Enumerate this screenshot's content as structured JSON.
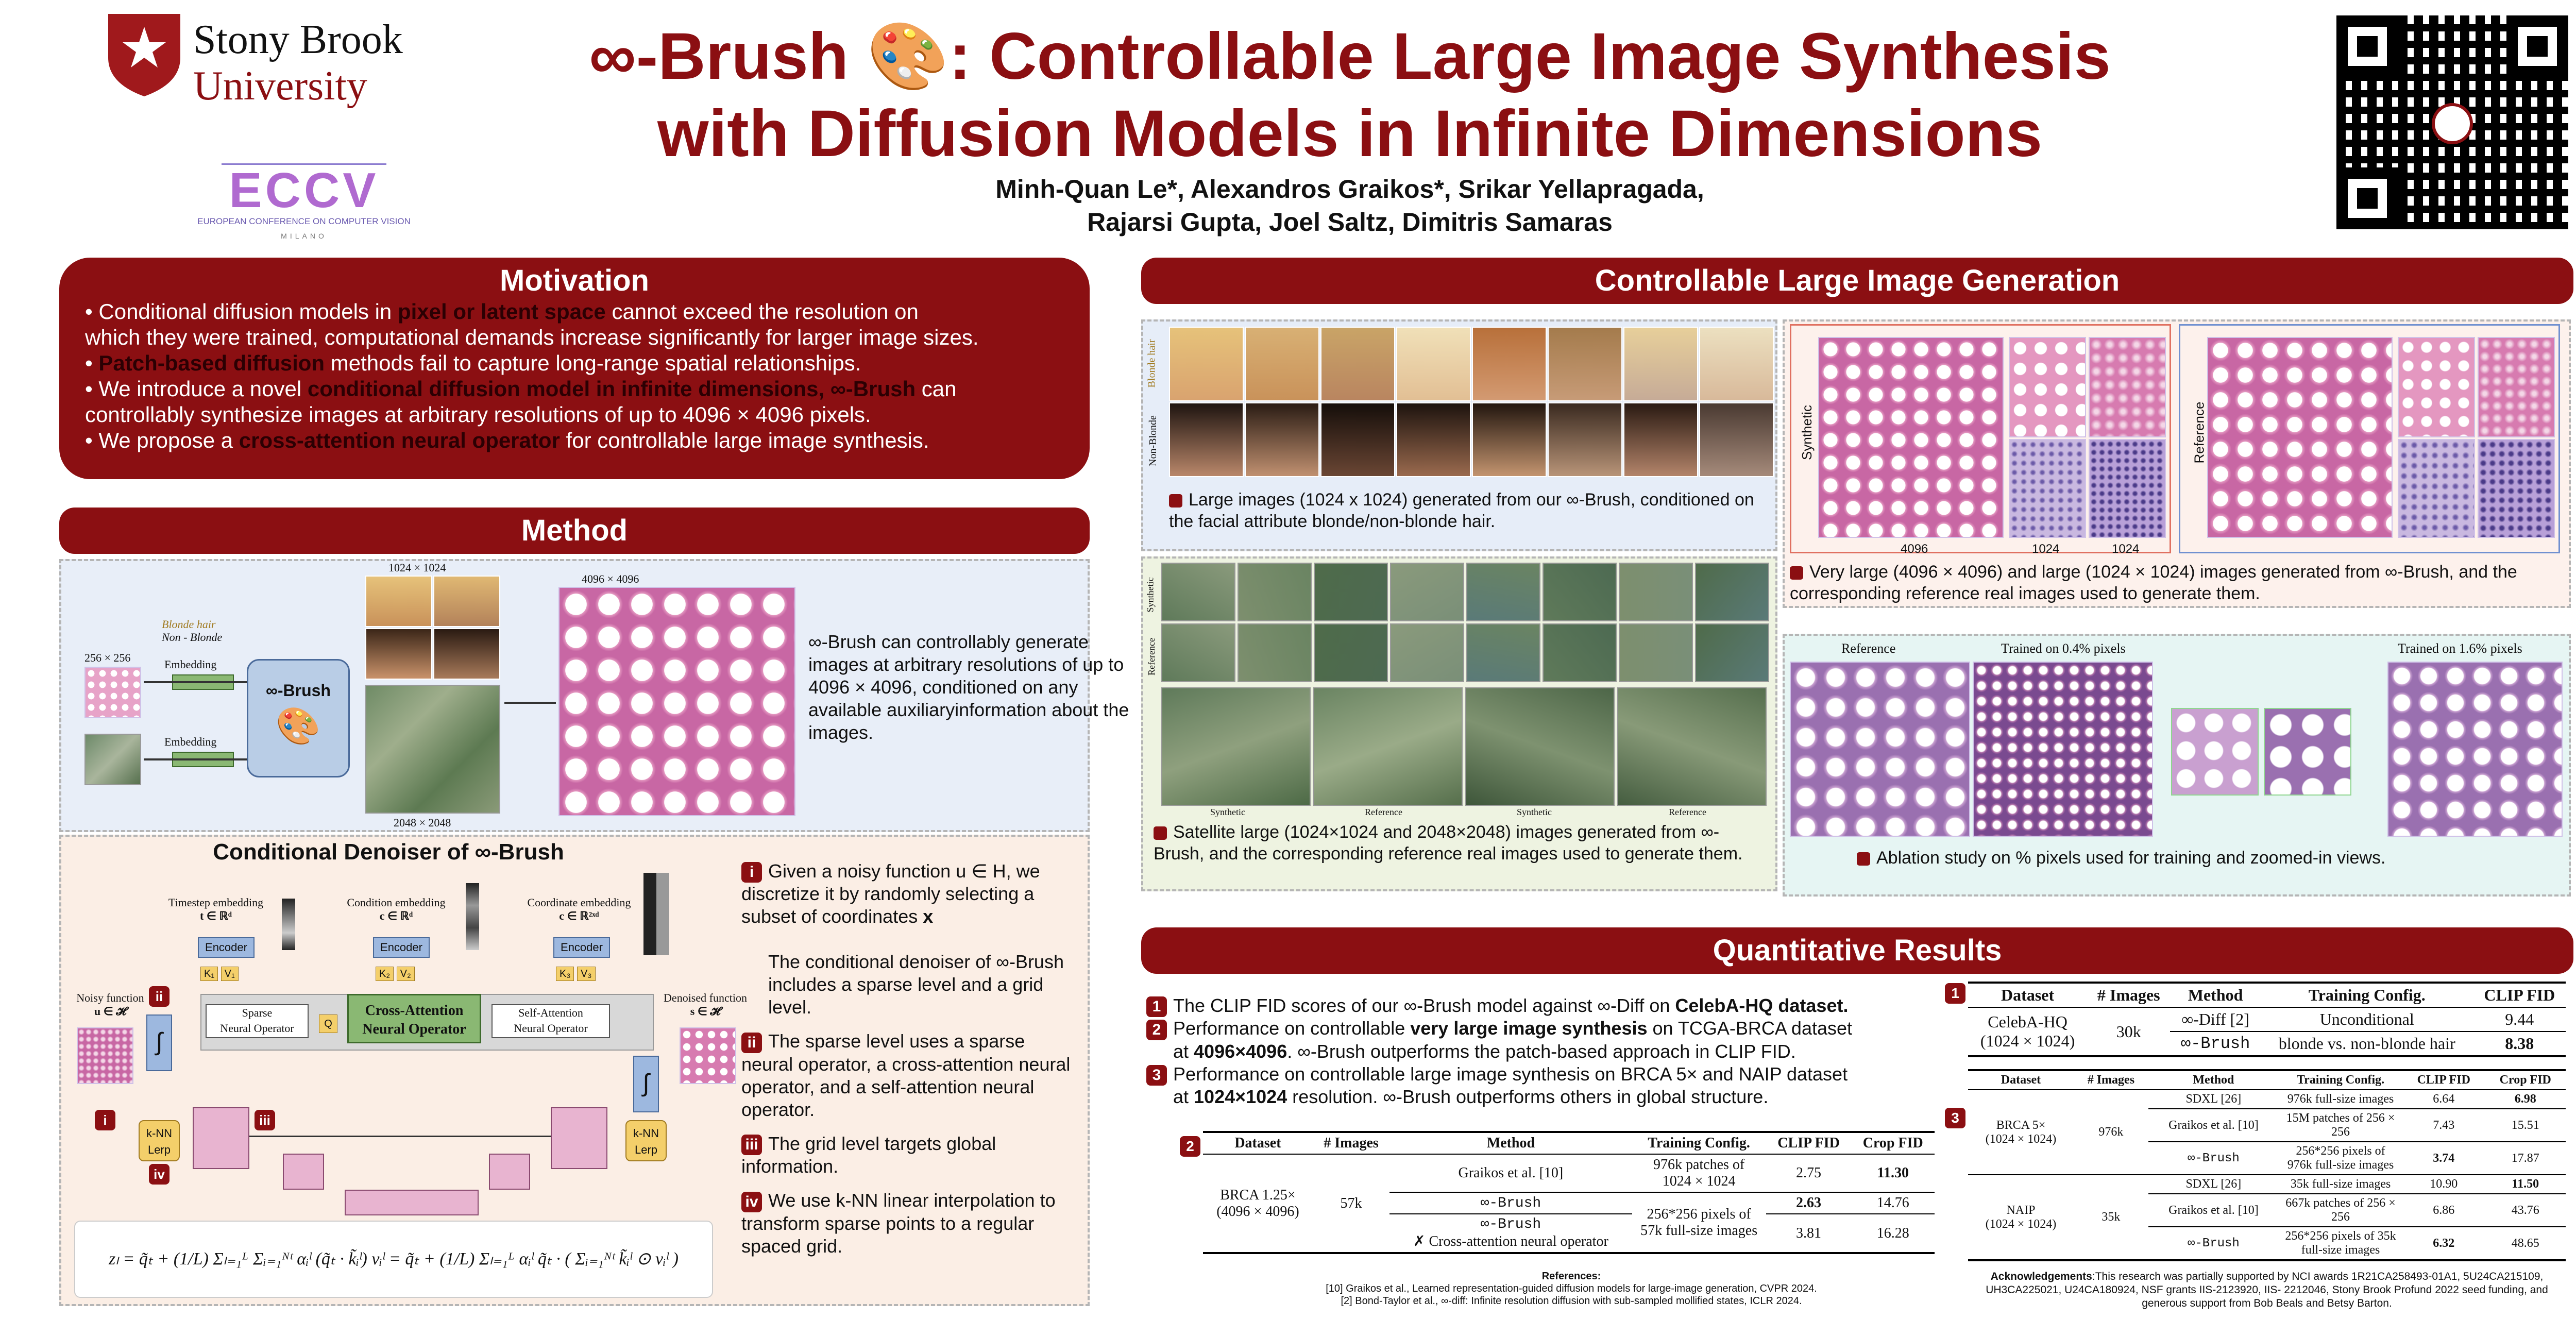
{
  "header": {
    "sbu_line1": "Stony Brook",
    "sbu_line2": "University",
    "eccv": "ECCV",
    "eccv_sub": "EUROPEAN CONFERENCE ON COMPUTER VISION",
    "eccv_city": "MILANO",
    "title_line1": "∞-Brush 🎨: Controllable Large Image Synthesis",
    "title_line2": "with Diffusion Models in Infinite Dimensions",
    "authors_line1": "Minh-Quan Le*, Alexandros Graikos*, Srikar Yellapragada,",
    "authors_line2": "Rajarsi Gupta, Joel Saltz, Dimitris Samaras"
  },
  "motivation": {
    "title": "Motivation",
    "b1a": "• Conditional diffusion models in ",
    "b1h": "pixel or latent space",
    "b1b": " cannot exceed the resolution on",
    "b1c": "which they were trained, computational demands increase significantly for larger image sizes.",
    "b2a": "• ",
    "b2h": "Patch-based diffusion",
    "b2b": " methods fail to capture long-range spatial relationships.",
    "b3a": "• We introduce a novel ",
    "b3h": "conditional diffusion model in infinite dimensions, ∞-Brush",
    "b3b": " can",
    "b3c": "controllably synthesize images at arbitrary resolutions of up to 4096 × 4096 pixels.",
    "b4a": "• We propose a ",
    "b4h": "cross-attention neural operator",
    "b4b": " for controllable large image synthesis."
  },
  "method": {
    "title": "Method",
    "res_top": "1024 × 1024",
    "res_big": "4096 × 4096",
    "res_small": "256 × 256",
    "res_sat": "2048 × 2048",
    "embedding": "Embedding",
    "embedding2": "Embedding",
    "blonde": "Blonde hair",
    "non_blonde": "Non - Blonde",
    "model": "∞-Brush",
    "desc": "∞-Brush can controllably generate images at arbitrary resolutions of up to 4096 × 4096, conditioned on any available auxiliaryinformation about the images."
  },
  "denoiser": {
    "title": "Conditional Denoiser of ∞-Brush",
    "ts_emb": "Timestep embedding",
    "ts_vec": "t ∈ ℝᵈ",
    "c_emb": "Condition embedding",
    "c_vec": "c ∈ ℝᵈ",
    "co_emb": "Coordinate embedding",
    "co_vec": "c ∈ ℝ²ˣᵈ",
    "enc1": "Encoder",
    "enc2": "Encoder",
    "enc3": "Encoder",
    "k1": "K₁",
    "v1": "V₁",
    "k2": "K₂",
    "v2": "V₂",
    "k3": "K₃",
    "v3": "V₃",
    "sparse": "Sparse",
    "sparse2": "Neural Operator",
    "q": "Q",
    "cross": "Cross-Attention",
    "cross2": "Neural Operator",
    "self": "Self-Attention",
    "self2": "Neural Operator",
    "noisy": "Noisy function",
    "noisy_vec": "u ∈ 𝓗",
    "denoised": "Denoised function",
    "denoised_vec": "s ∈ 𝓗",
    "knn1": "k-NN",
    "knn1b": "Lerp",
    "knn2": "k-NN",
    "knn2b": "Lerp",
    "ni": "i",
    "nii": "ii",
    "niii": "iii",
    "niv": "iv",
    "int": "∫",
    "eq": "zₗ = q̃ₜ + (1/L) Σₗ₌₁ᴸ Σᵢ₌₁ᴺᵗ αᵢˡ (q̃ₜ · k̃ᵢˡ) vᵢˡ = q̃ₜ + (1/L) Σₗ₌₁ᴸ αᵢˡ q̃ₜ · ( Σᵢ₌₁ᴺᵗ k̃ᵢˡ ⊙ vᵢˡ )",
    "s_i": "i",
    "s_i_text": "Given a noisy function u ∈ H, we discretize it by randomly selecting a subset of coordinates ",
    "s_i_x": "x",
    "s_i_text2": "The conditional denoiser of ∞-Brush includes a sparse level and a grid level.",
    "s_ii": "ii",
    "s_ii_text": "The sparse level uses a sparse neural operator, a cross-attention neural operator, and a self-attention neural operator.",
    "s_iii": "iii",
    "s_iii_text": "The grid level targets global information.",
    "s_iv": "iv",
    "s_iv_text": "We use k-NN linear interpolation to transform sparse points to a regular spaced grid."
  },
  "generation": {
    "title": "Controllable Large Image Generation",
    "blonde_label": "Blonde hair",
    "non_blonde_label": "Non-Blonde",
    "faces_caption": "Large images (1024 x 1024) generated from our ∞-Brush, conditioned on the facial attribute blonde/non-blonde hair.",
    "synthetic_v": "Synthetic",
    "reference_v": "Reference",
    "l4096": "4096",
    "l1024a": "1024",
    "l1024b": "1024",
    "histo_caption": "Very large (4096 × 4096) and large (1024 × 1024) images generated from ∞-Brush, and the corresponding reference real images used to generate them.",
    "sat_synth": "Synthetic",
    "sat_ref": "Reference",
    "sat_l1": "Synthetic",
    "sat_l2": "Reference",
    "sat_l3": "Synthetic",
    "sat_l4": "Reference",
    "sat_caption": "Satellite large (1024×1024 and 2048×2048) images generated from ∞-Brush, and the corresponding reference real images used to generate them.",
    "abl_ref": "Reference",
    "abl_04": "Trained on 0.4% pixels",
    "abl_16": "Trained on 1.6% pixels",
    "abl_caption": "Ablation study on % pixels used for training and zoomed-in views."
  },
  "quant": {
    "title": "Quantitative Results",
    "n1": "1",
    "n2": "2",
    "n3": "3",
    "l1a": "The CLIP FID scores of our ∞-Brush model against ∞-Diff on ",
    "l1h": "CelebA-HQ dataset.",
    "l2a": "Performance on controllable ",
    "l2h": "very large image synthesis",
    "l2b": " on TCGA-BRCA dataset",
    "l2c": "4096×4096",
    "l2d": ". ∞-Brush outperforms the patch-based approach in CLIP FID.",
    "l2at": "at ",
    "l3a": "Performance on controllable large image synthesis on BRCA 5× and NAIP dataset",
    "l3at": "at ",
    "l3c": "1024×1024",
    "l3d": " resolution. ∞-Brush outperforms others in global structure.",
    "t1": {
      "tag": "1",
      "h": [
        "Dataset",
        "# Images",
        "Method",
        "Training Config.",
        "CLIP FID"
      ],
      "dataset": "CelebA-HQ",
      "dataset2": "(1024 × 1024)",
      "images": "30k",
      "r1": [
        "∞-Diff [2]",
        "Unconditional",
        "9.44"
      ],
      "r2": [
        "∞-Brush",
        "blonde vs. non-blonde hair",
        "8.38"
      ]
    },
    "t2": {
      "tag": "2",
      "h": [
        "Dataset",
        "# Images",
        "Method",
        "Training Config.",
        "CLIP FID",
        "Crop FID"
      ],
      "dataset": "BRCA 1.25×",
      "dataset2": "(4096 × 4096)",
      "images": "57k",
      "r1": [
        "Graikos et al. [10]",
        "976k patches of 1024 × 1024",
        "2.75",
        "11.30"
      ],
      "r2": [
        "∞-Brush",
        "256*256 pixels of 57k full-size images",
        "2.63",
        "14.76"
      ],
      "r3": [
        "∞-Brush",
        "✗ Cross-attention neural operator",
        "3.81",
        "16.28"
      ]
    },
    "t3": {
      "tag": "3",
      "h": [
        "Dataset",
        "# Images",
        "Method",
        "Training Config.",
        "CLIP FID",
        "Crop FID"
      ],
      "d1": "BRCA 5×",
      "d1b": "(1024 × 1024)",
      "i1": "976k",
      "r1": [
        "SDXL [26]",
        "976k full-size images",
        "6.64",
        "6.98"
      ],
      "r2": [
        "Graikos et al. [10]",
        "15M patches of 256 × 256",
        "7.43",
        "15.51"
      ],
      "r3": [
        "∞-Brush",
        "256*256 pixels of 976k full-size images",
        "3.74",
        "17.87"
      ],
      "d2": "NAIP",
      "d2b": "(1024 × 1024)",
      "i2": "35k",
      "r4": [
        "SDXL [26]",
        "35k full-size images",
        "10.90",
        "11.50"
      ],
      "r5": [
        "Graikos et al. [10]",
        "667k patches of 256 × 256",
        "6.86",
        "43.76"
      ],
      "r6": [
        "∞-Brush",
        "256*256 pixels of 35k full-size images",
        "6.32",
        "48.65"
      ]
    },
    "refs_title": "References:",
    "ref1": "[10] Graikos et al., Learned representation-guided diffusion models for large-image generation, CVPR 2024.",
    "ref2": "[2] Bond-Taylor et al., ∞-diff: Infinite resolution diffusion with sub-sampled mollified states, ICLR 2024.",
    "ack_h": "Acknowledgements",
    "ack": ":This research was partially supported by NCI awards 1R21CA258493-01A1, 5U24CA215109, UH3CA225021, U24CA180924, NSF grants IIS-2123920, IIS- 2212046, Stony Brook Profund 2022 seed funding, and generous support from Bob Beals and Betsy Barton."
  },
  "colors": {
    "accent": "#8b0f12",
    "method_bg": "#e8eef8",
    "denoiser_bg": "#fbeee5",
    "faces_bg": "#e6edf8",
    "sat_bg": "#eef3e1",
    "abl_bg": "#e6f5f3",
    "histo_bg": "#fdf1ec"
  }
}
